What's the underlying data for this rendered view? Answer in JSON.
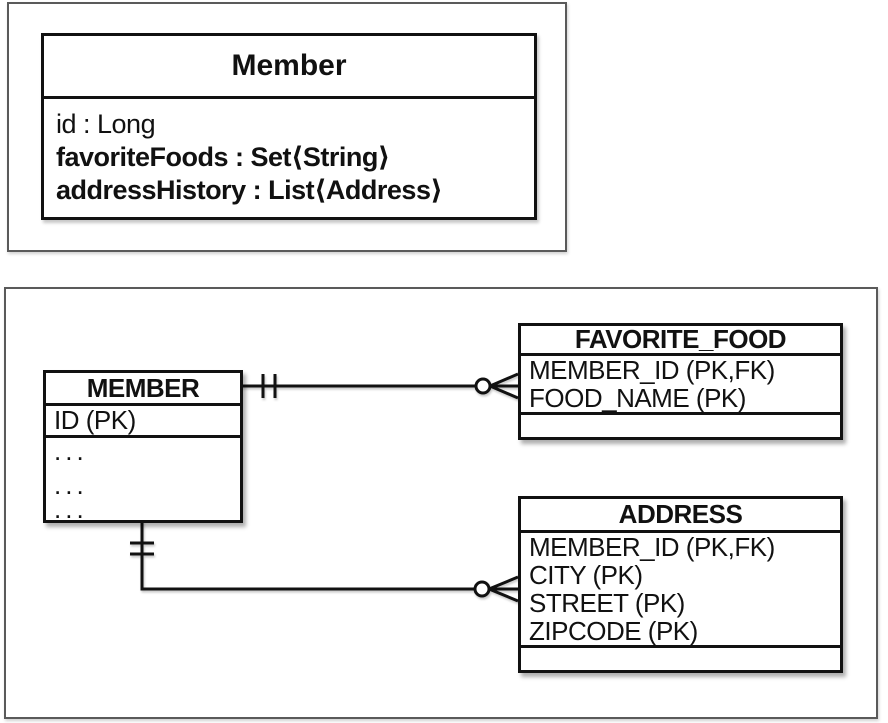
{
  "uml_class": {
    "title": "Member",
    "attributes": [
      {
        "text": "id : Long",
        "weight": "regular"
      },
      {
        "text": "favoriteFoods : Set⟨String⟩",
        "weight": "bold"
      },
      {
        "text": "addressHistory : List⟨Address⟩",
        "weight": "bold"
      }
    ]
  },
  "er": {
    "member": {
      "title": "MEMBER",
      "key_row": "ID (PK)",
      "ellipsis_rows": [
        "...",
        "...",
        "..."
      ]
    },
    "favorite_food": {
      "title": "FAVORITE_FOOD",
      "rows": [
        "MEMBER_ID (PK,FK)",
        "FOOD_NAME (PK)"
      ]
    },
    "address": {
      "title": "ADDRESS",
      "rows": [
        "MEMBER_ID (PK,FK)",
        "CITY (PK)",
        "STREET (PK)",
        "ZIPCODE (PK)"
      ]
    },
    "relationships": [
      {
        "from": "MEMBER",
        "to": "FAVORITE_FOOD",
        "from_cardinality": "exactly-one",
        "to_cardinality": "zero-or-many"
      },
      {
        "from": "MEMBER",
        "to": "ADDRESS",
        "from_cardinality": "exactly-one",
        "to_cardinality": "zero-or-many"
      }
    ]
  },
  "colors": {
    "ink": "#111111",
    "panel_border": "#5a5a5a",
    "background": "#ffffff"
  }
}
